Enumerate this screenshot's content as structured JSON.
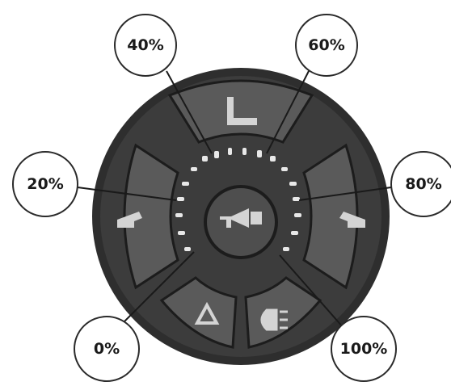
{
  "control_panel": {
    "colors": {
      "outer_ring": "#3c3c3c",
      "button_fill": "#5a5a5a",
      "center_button": "#4e4e4e",
      "led": "#e8e8e8",
      "icon": "#d4d4d4"
    },
    "buttons": [
      {
        "id": "top",
        "icon": "seat-back-icon"
      },
      {
        "id": "left",
        "icon": "seat-tilt-left-icon"
      },
      {
        "id": "right",
        "icon": "seat-tilt-right-icon"
      },
      {
        "id": "bottom-left",
        "icon": "hazard-warning-icon"
      },
      {
        "id": "bottom-right",
        "icon": "rear-fog-light-icon"
      },
      {
        "id": "center",
        "icon": "horn-icon"
      }
    ]
  },
  "callouts": [
    {
      "label": "40%"
    },
    {
      "label": "60%"
    },
    {
      "label": "20%"
    },
    {
      "label": "80%"
    },
    {
      "label": "0%"
    },
    {
      "label": "100%"
    }
  ]
}
